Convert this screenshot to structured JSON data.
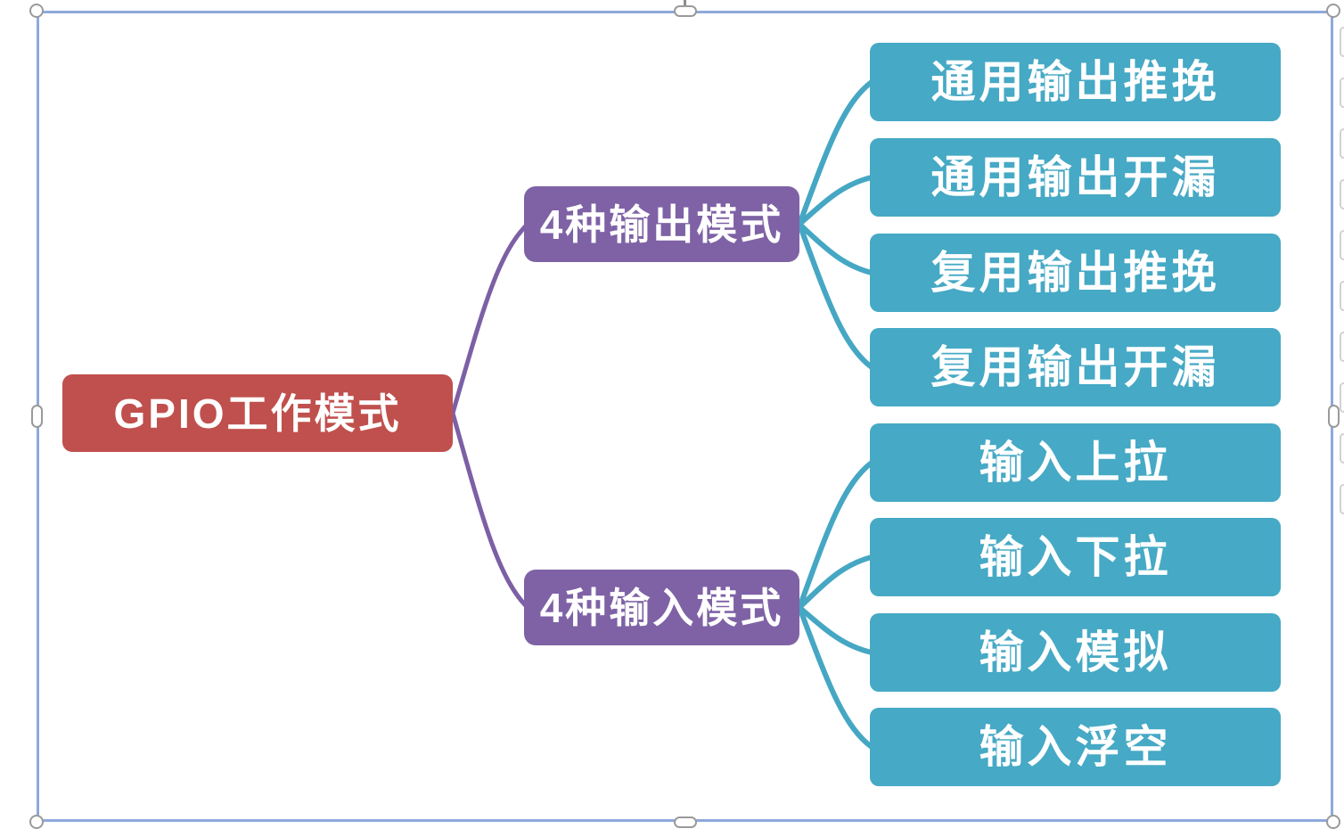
{
  "diagram": {
    "root": {
      "label": "GPIO工作模式",
      "color": "#C0504D"
    },
    "branches": [
      {
        "label": "4种输出模式",
        "children": [
          "通用输出推挽",
          "通用输出开漏",
          "复用输出推挽",
          "复用输出开漏"
        ]
      },
      {
        "label": "4种输入模式",
        "children": [
          "输入上拉",
          "输入下拉",
          "输入模拟",
          "输入浮空"
        ]
      }
    ],
    "colors": {
      "branch_fill": "#7E62A5",
      "leaf_fill": "#46A9C5",
      "text": "#FFFFFF",
      "connector_root_to_branch": "#7C60A5",
      "connector_branch_to_leaf": "#45A7C3"
    }
  },
  "selection_frame": {
    "color": "#8EA9DB",
    "handles": [
      "rotate",
      "top-left",
      "top-center",
      "top-right",
      "middle-left",
      "middle-right",
      "bottom-left",
      "bottom-center",
      "bottom-right"
    ]
  }
}
